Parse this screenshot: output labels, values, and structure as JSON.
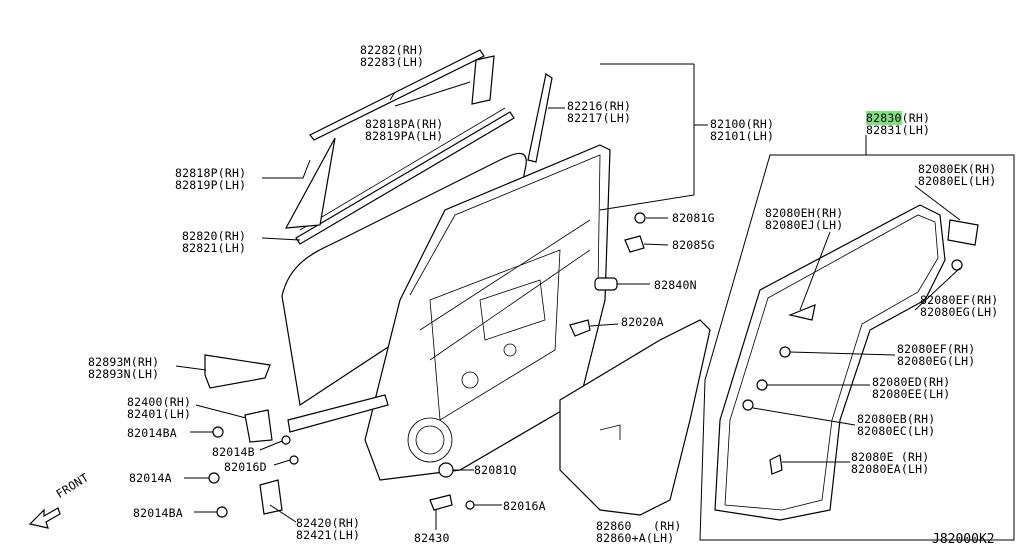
{
  "diagram": {
    "reference_code": "J82000K2",
    "front_label": "FRONT",
    "callouts": [
      {
        "id": "c82282",
        "lines": [
          "82282(RH)",
          "82283(LH)"
        ]
      },
      {
        "id": "c82818pa",
        "lines": [
          "82818PA(RH)",
          "82819PA(LH)"
        ]
      },
      {
        "id": "c82818p",
        "lines": [
          "82818P(RH)",
          "82819P(LH)"
        ]
      },
      {
        "id": "c82820",
        "lines": [
          "82820(RH)",
          "82821(LH)"
        ]
      },
      {
        "id": "c82216",
        "lines": [
          "82216(RH)",
          "82217(LH)"
        ]
      },
      {
        "id": "c82100",
        "lines": [
          "82100(RH)",
          "82101(LH)"
        ]
      },
      {
        "id": "c82081g",
        "lines": [
          "82081G"
        ]
      },
      {
        "id": "c82085g",
        "lines": [
          "82085G"
        ]
      },
      {
        "id": "c82840n",
        "lines": [
          "82840N"
        ]
      },
      {
        "id": "c82020a",
        "lines": [
          "82020A"
        ]
      },
      {
        "id": "c82893m",
        "lines": [
          "82893M(RH)",
          "82893N(LH)"
        ]
      },
      {
        "id": "c82400",
        "lines": [
          "82400(RH)",
          "82401(LH)"
        ]
      },
      {
        "id": "c82014ba1",
        "lines": [
          "82014BA"
        ]
      },
      {
        "id": "c82014b",
        "lines": [
          "82014B"
        ]
      },
      {
        "id": "c82016d",
        "lines": [
          "82016D"
        ]
      },
      {
        "id": "c82014a",
        "lines": [
          "82014A"
        ]
      },
      {
        "id": "c82014ba2",
        "lines": [
          "82014BA"
        ]
      },
      {
        "id": "c82420",
        "lines": [
          "82420(RH)",
          "82421(LH)"
        ]
      },
      {
        "id": "c82430",
        "lines": [
          "82430"
        ]
      },
      {
        "id": "c82081q",
        "lines": [
          "82081Q"
        ]
      },
      {
        "id": "c82016a",
        "lines": [
          "82016A"
        ]
      },
      {
        "id": "c82860",
        "lines": [
          "82860   (RH)",
          "82860+A(LH)"
        ]
      },
      {
        "id": "c82830",
        "lines": [
          "82830(RH)",
          "82831(LH)"
        ],
        "highlight": "82830"
      },
      {
        "id": "c82080ek",
        "lines": [
          "82080EK(RH)",
          "82080EL(LH)"
        ]
      },
      {
        "id": "c82080eh",
        "lines": [
          "82080EH(RH)",
          "82080EJ(LH)"
        ]
      },
      {
        "id": "c82080ef1",
        "lines": [
          "82080EF(RH)",
          "82080EG(LH)"
        ]
      },
      {
        "id": "c82080ef2",
        "lines": [
          "82080EF(RH)",
          "82080EG(LH)"
        ]
      },
      {
        "id": "c82080ed",
        "lines": [
          "82080ED(RH)",
          "82080EE(LH)"
        ]
      },
      {
        "id": "c82080eb",
        "lines": [
          "82080EB(RH)",
          "82080EC(LH)"
        ]
      },
      {
        "id": "c82080e",
        "lines": [
          "82080E (RH)",
          "82080EA(LH)"
        ]
      }
    ],
    "highlight_color": "#7fe07f"
  }
}
